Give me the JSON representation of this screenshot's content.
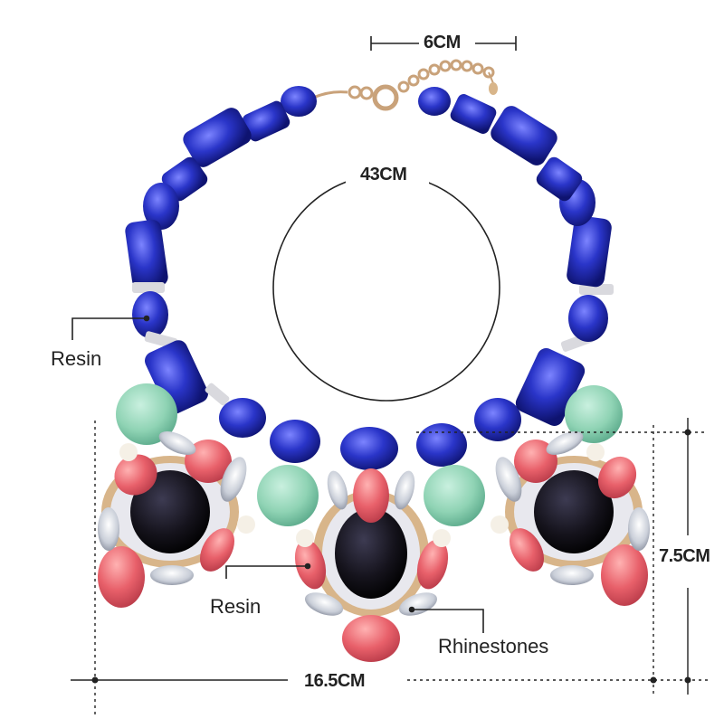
{
  "dimensions": {
    "clasp_extension": "6CM",
    "chain_length": "43CM",
    "pendant_height": "7.5CM",
    "pendant_width": "16.5CM"
  },
  "callouts": {
    "beads": "Resin",
    "pendant_stones": "Resin",
    "crystals": "Rhinestones"
  },
  "colors": {
    "blue_beads": "#2a35c9",
    "mint_beads": "#8fd3b4",
    "coral_stones": "#e8606a",
    "black_stones": "#15131c",
    "rhinestones": "#dfe3ea",
    "gold_setting": "#d8b58a",
    "pearl": "#f5f0e6",
    "guide_lines": "#222222"
  }
}
